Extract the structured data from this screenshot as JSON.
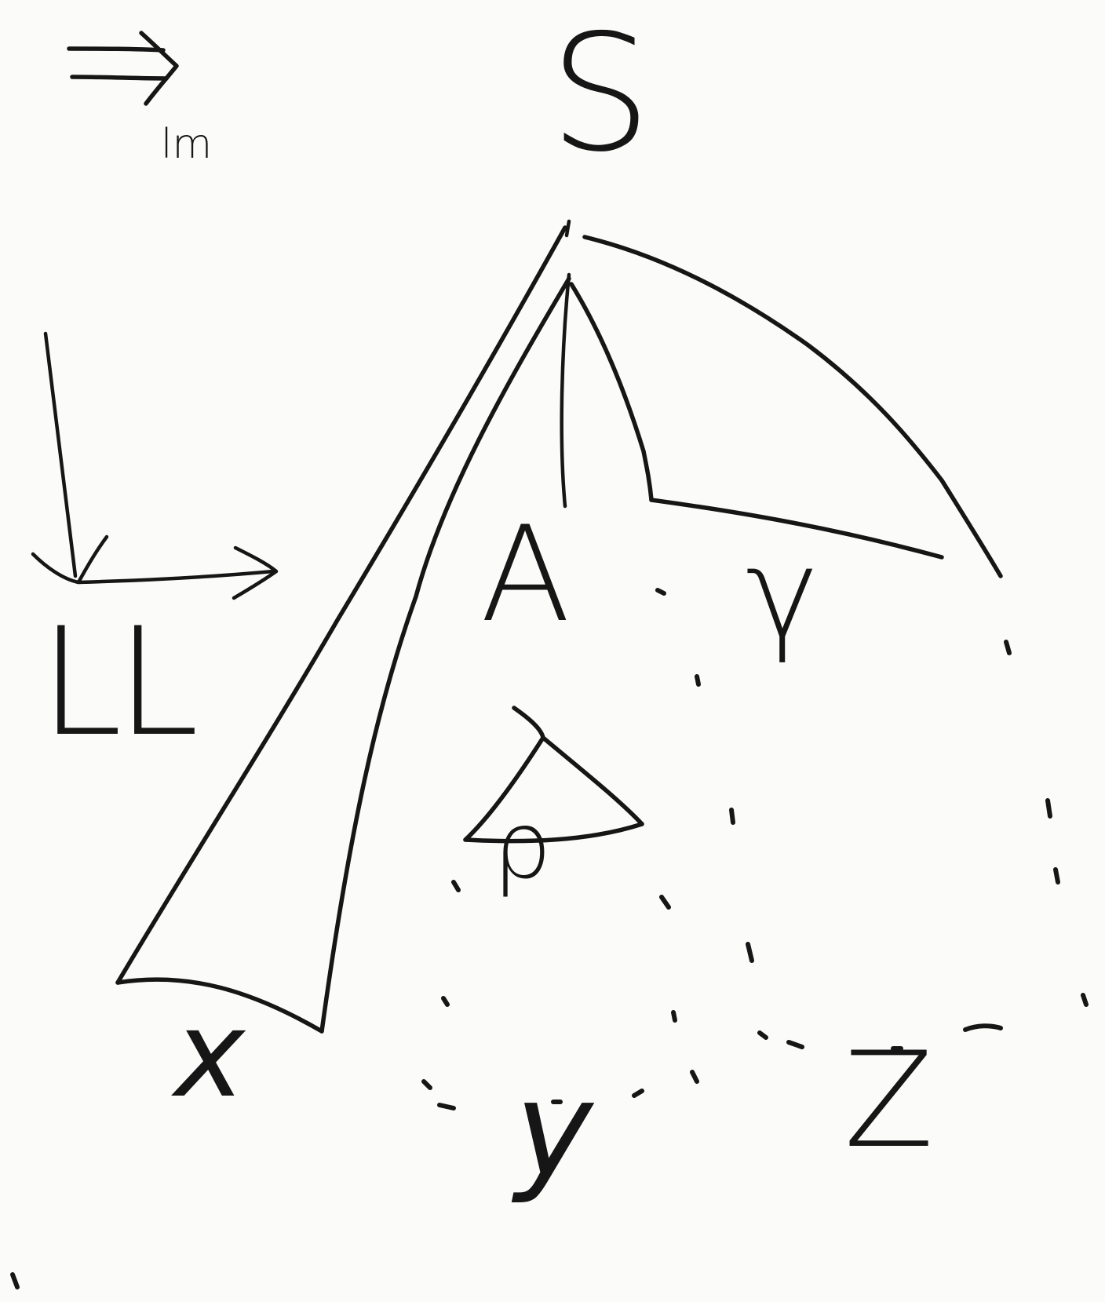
{
  "diagram": {
    "root_symbol": "S",
    "arrow_subscript": "lm",
    "side_label": "LL",
    "labels": {
      "A": "A",
      "gamma": "γ",
      "rho": "ρ",
      "x": "x",
      "y": "y",
      "z": "Z"
    },
    "ink_color": "#161616",
    "paper_color": "#fbfbf9"
  }
}
